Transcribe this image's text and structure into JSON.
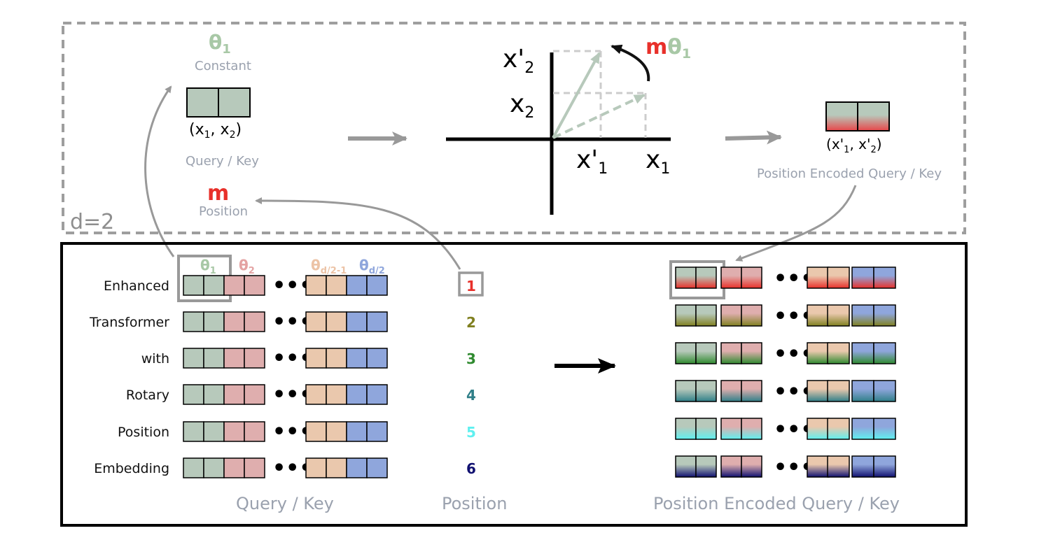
{
  "top": {
    "theta_symbol": "θ",
    "theta_sub": "1",
    "constant_label": "Constant",
    "vector_label_x1": "x",
    "vector_label_x1_sub": "1",
    "vector_label_x2": "x",
    "vector_label_x2_sub": "2",
    "query_key_label": "Query / Key",
    "m_symbol": "m",
    "position_label": "Position",
    "d_label": "d=2",
    "plot": {
      "x2_prime": "x'",
      "x2_prime_sub": "2",
      "x2": "x",
      "x2_sub": "2",
      "x1_prime": "x'",
      "x1_prime_sub": "1",
      "x1": "x",
      "x1_sub": "1",
      "rotation_m": "m",
      "rotation_theta": "θ",
      "rotation_sub": "1"
    },
    "encoded_label_x1": "x'",
    "encoded_label_x1_sub": "1",
    "encoded_label_x2": "x'",
    "encoded_label_x2_sub": "2",
    "encoded_caption": "Position Encoded Query / Key"
  },
  "bottom": {
    "theta_headers": [
      {
        "sym": "θ",
        "sub": "1",
        "color": "#a8c8a6"
      },
      {
        "sym": "θ",
        "sub": "2",
        "color": "#e4a3a3"
      },
      {
        "sym": "θ",
        "sub": "d/2-1",
        "color": "#ecc3a6"
      },
      {
        "sym": "θ",
        "sub": "d/2",
        "color": "#8fa6dc"
      }
    ],
    "words": [
      "Enhanced",
      "Transformer",
      "with",
      "Rotary",
      "Position",
      "Embedding"
    ],
    "positions": [
      "1",
      "2",
      "3",
      "4",
      "5",
      "6"
    ],
    "position_colors": [
      "#e8302a",
      "#808020",
      "#2f8a2f",
      "#2f7f88",
      "#5ff0f0",
      "#101070"
    ],
    "ellipsis": "•••",
    "query_key_caption": "Query / Key",
    "position_caption": "Position",
    "encoded_caption": "Position Encoded Query / Key"
  },
  "colors": {
    "green_cell": "#b7c9bb",
    "red_cell": "#dfaeae",
    "peach_cell": "#eac8ad",
    "blue_cell": "#8fa6dc",
    "arrow_gray": "#999999",
    "m_red": "#e8302a",
    "theta_green": "#a8c8a6"
  }
}
